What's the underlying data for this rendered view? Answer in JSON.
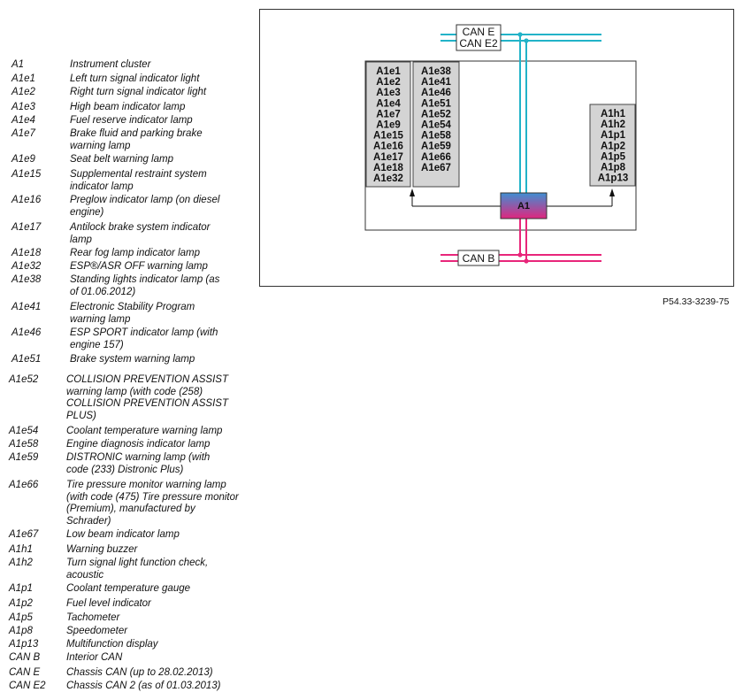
{
  "legend": [
    {
      "code": "A1",
      "desc": "Instrument cluster"
    },
    {
      "code": "A1e1",
      "desc": "Left turn signal indicator light"
    },
    {
      "code": "A1e2",
      "desc": "Right turn signal indicator light"
    },
    {
      "code": "A1e3",
      "desc": "High beam indicator lamp"
    },
    {
      "code": "A1e4",
      "desc": "Fuel reserve indicator lamp"
    },
    {
      "code": "A1e7",
      "desc": "Brake fluid and parking brake warning lamp"
    },
    {
      "code": "A1e9",
      "desc": "Seat belt warning lamp"
    },
    {
      "code": "A1e15",
      "desc": "Supplemental restraint system indicator lamp"
    },
    {
      "code": "A1e16",
      "desc": "Preglow indicator lamp (on diesel engine)"
    },
    {
      "code": "A1e17",
      "desc": "Antilock brake system indicator lamp"
    },
    {
      "code": "A1e18",
      "desc": "Rear fog lamp indicator lamp"
    },
    {
      "code": "A1e32",
      "desc": "ESP®/ASR OFF warning lamp"
    },
    {
      "code": "A1e38",
      "desc": "Standing lights indicator lamp (as of 01.06.2012)"
    },
    {
      "code": "A1e41",
      "desc": "Electronic Stability Program warning lamp"
    },
    {
      "code": "A1e46",
      "desc": "ESP SPORT indicator lamp (with engine 157)"
    },
    {
      "code": "A1e51",
      "desc": "Brake system warning lamp"
    },
    {
      "code": "A1e52",
      "desc": "COLLISION PREVENTION ASSIST warning lamp (with code (258) COLLISION PREVENTION ASSIST PLUS)"
    },
    {
      "code": "A1e54",
      "desc": "Coolant temperature warning lamp"
    },
    {
      "code": "A1e58",
      "desc": "Engine diagnosis indicator lamp"
    },
    {
      "code": "A1e59",
      "desc": "DISTRONIC warning lamp (with code (233) Distronic Plus)"
    },
    {
      "code": "A1e66",
      "desc": "Tire pressure monitor warning lamp (with code (475) Tire pressure monitor (Premium), manufactured by Schrader)"
    },
    {
      "code": "A1e67",
      "desc": "Low beam indicator lamp"
    },
    {
      "code": "A1h1",
      "desc": "Warning buzzer"
    },
    {
      "code": "A1h2",
      "desc": "Turn signal light function check, acoustic"
    },
    {
      "code": "A1p1",
      "desc": "Coolant temperature gauge"
    },
    {
      "code": "A1p2",
      "desc": "Fuel level indicator"
    },
    {
      "code": "A1p5",
      "desc": "Tachometer"
    },
    {
      "code": "A1p8",
      "desc": "Speedometer"
    },
    {
      "code": "A1p13",
      "desc": "Multifunction display"
    },
    {
      "code": "CAN B",
      "desc": "Interior CAN"
    },
    {
      "code": "CAN E",
      "desc": "Chassis CAN (up to 28.02.2013)"
    },
    {
      "code": "CAN E2",
      "desc": "Chassis CAN 2 (as of 01.03.2013)"
    }
  ],
  "diagram": {
    "can_top_label_1": "CAN E",
    "can_top_label_2": "CAN E2",
    "can_bottom_label": "CAN B",
    "a1_label": "A1",
    "left_col1": [
      "A1e1",
      "A1e2",
      "A1e3",
      "A1e4",
      "A1e7",
      "A1e9",
      "A1e15",
      "A1e16",
      "A1e17",
      "A1e18",
      "A1e32"
    ],
    "left_col2": [
      "A1e38",
      "A1e41",
      "A1e46",
      "A1e51",
      "A1e52",
      "A1e54",
      "A1e58",
      "A1e59",
      "A1e66",
      "A1e67"
    ],
    "right_col": [
      "A1h1",
      "A1h2",
      "A1p1",
      "A1p2",
      "A1p5",
      "A1p8",
      "A1p13"
    ],
    "colors": {
      "can_e": "#22b3c8",
      "can_b": "#e8267a",
      "a1_top": "#3f8fd2",
      "a1_bottom": "#e0267e",
      "box_fill": "#d4d4d4"
    }
  },
  "figure_ref": "P54.33-3239-75"
}
